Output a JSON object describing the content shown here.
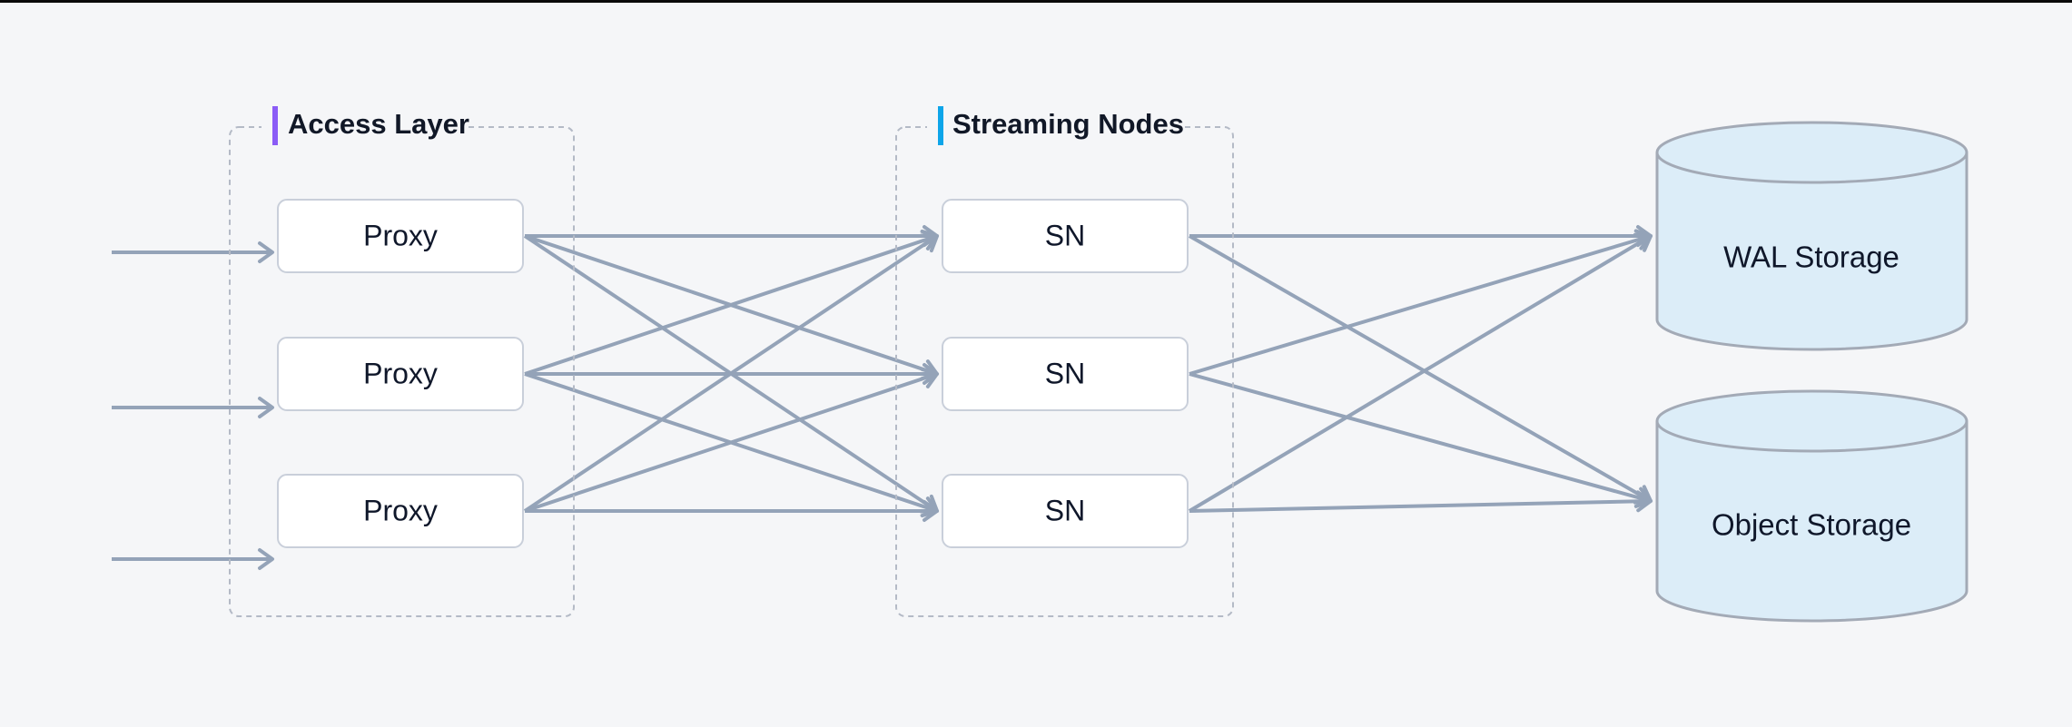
{
  "diagram": {
    "groups": [
      {
        "label": "Access Layer",
        "accent": "#8b5cf6",
        "nodes": [
          "Proxy",
          "Proxy",
          "Proxy"
        ]
      },
      {
        "label": "Streaming Nodes",
        "accent": "#0ea5e9",
        "nodes": [
          "SN",
          "SN",
          "SN"
        ]
      }
    ],
    "storage": [
      {
        "label": "WAL Storage"
      },
      {
        "label": "Object Storage"
      }
    ],
    "colors": {
      "background": "#f5f6f8",
      "connector": "#94a3b8",
      "group_border": "#b4bac6",
      "node_border": "#c9cfda",
      "cylinder_fill": "#dcedf8",
      "cylinder_stroke": "#a3aab6",
      "text": "#111827"
    }
  }
}
